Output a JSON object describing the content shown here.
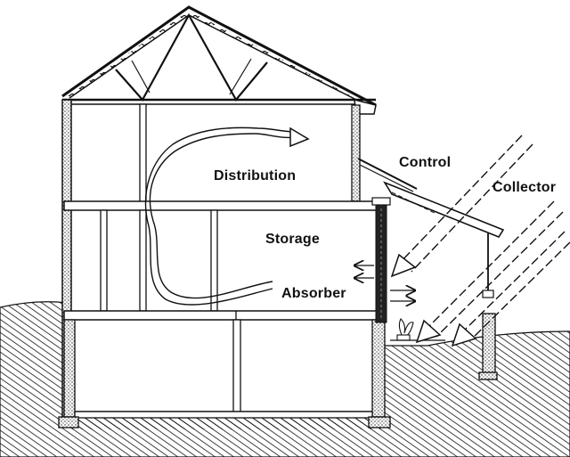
{
  "labels": {
    "distribution": "Distribution",
    "storage": "Storage",
    "absorber": "Absorber",
    "control": "Control",
    "collector": "Collector"
  },
  "colors": {
    "ink": "#111111",
    "background": "#ffffff"
  }
}
